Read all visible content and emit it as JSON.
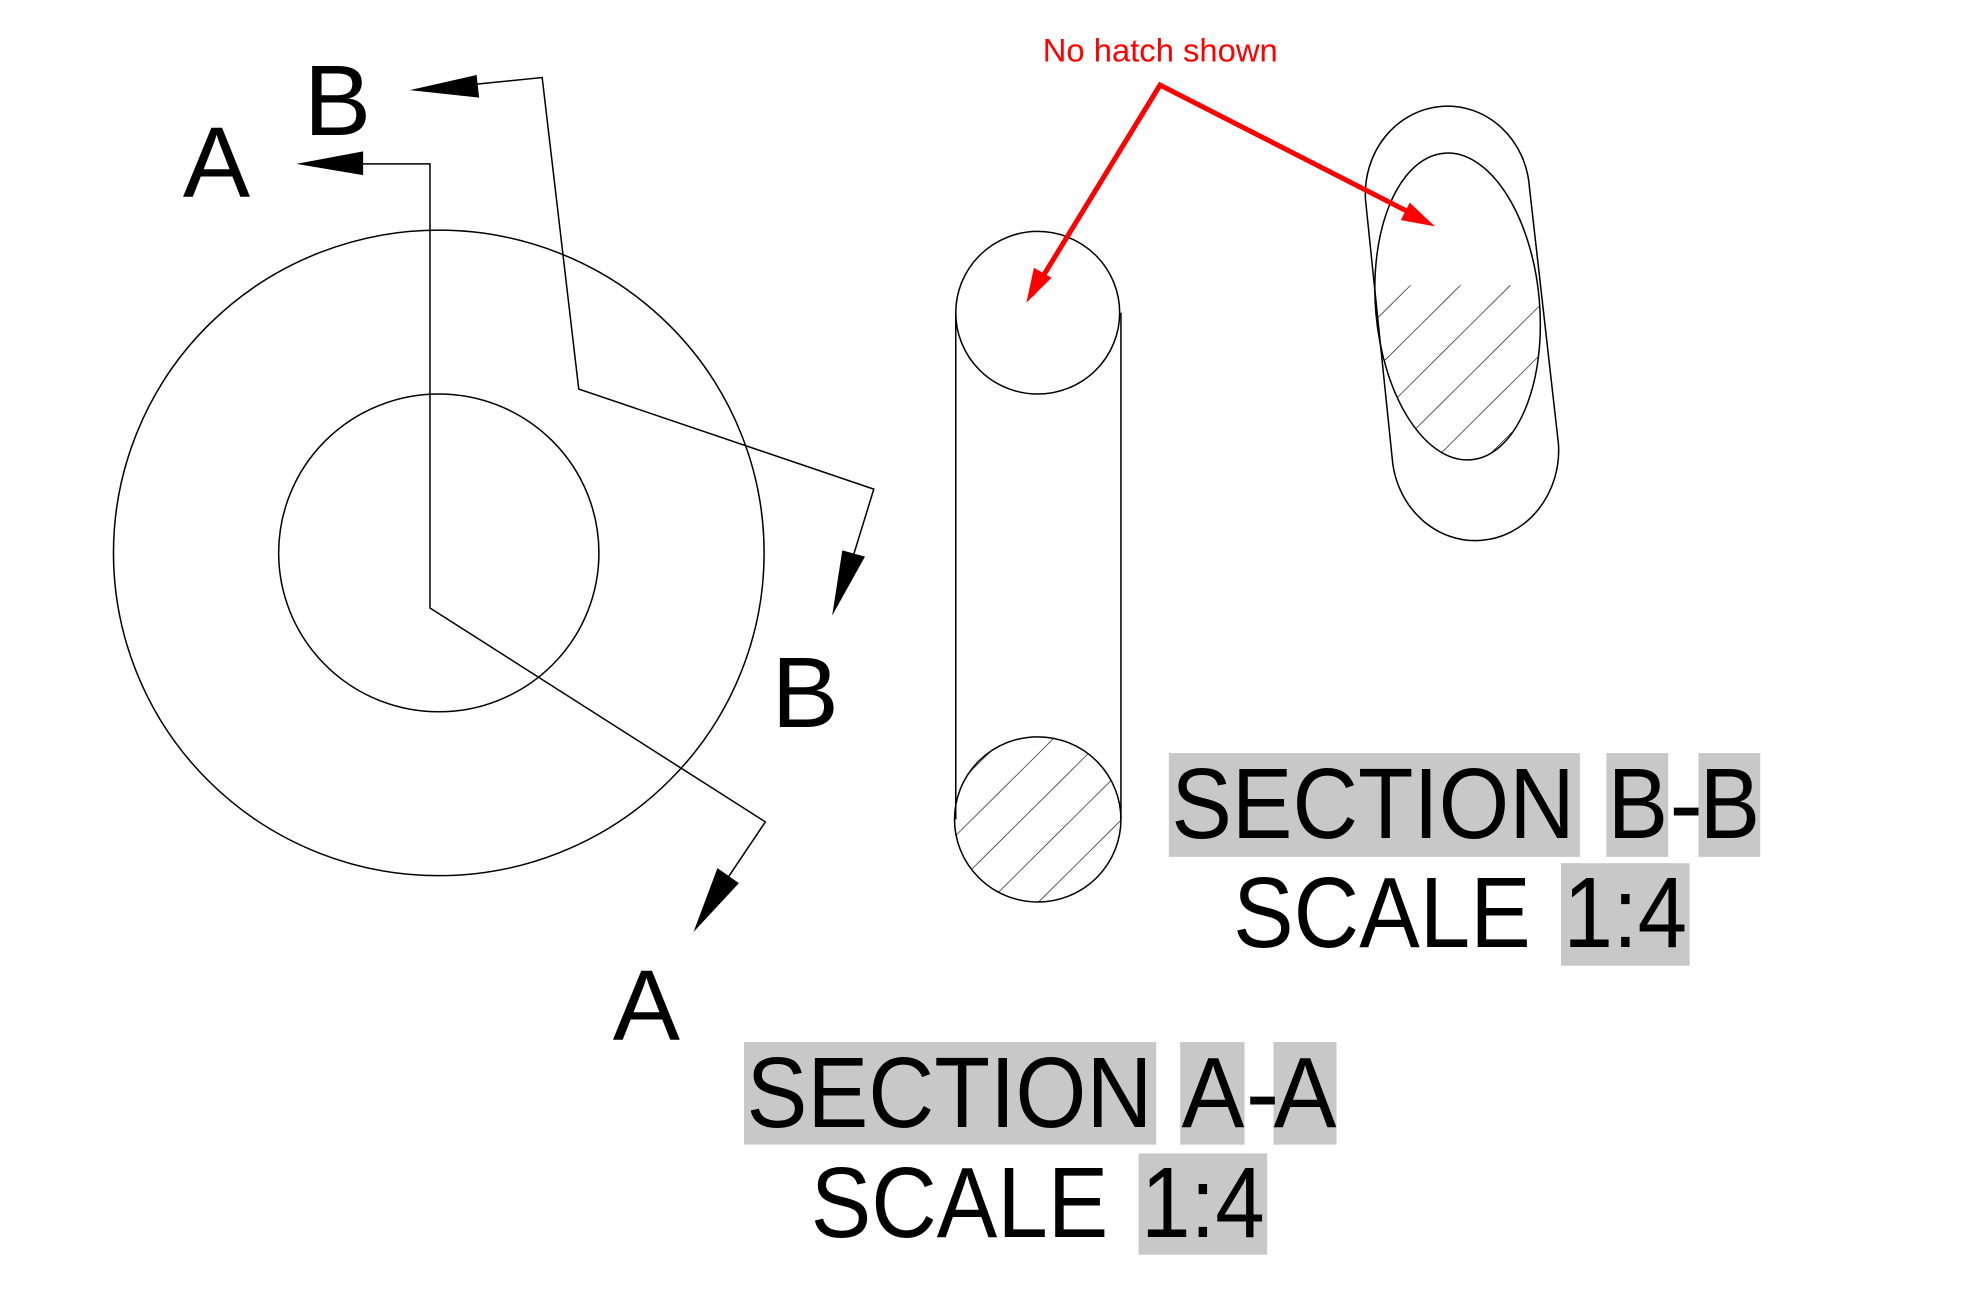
{
  "drawing": {
    "cut_labels": {
      "a_start": "A",
      "a_end": "A",
      "b_start": "B",
      "b_end": "B"
    },
    "annotation": {
      "text": "No hatch shown",
      "color": "#ff0000"
    },
    "section_aa": {
      "section_word": "SECTION",
      "letter1": "A",
      "dash": "-",
      "letter2": "A",
      "scale_word": "SCALE",
      "scale_value": "1:4"
    },
    "section_bb": {
      "section_word": "SECTION",
      "letter1": "B",
      "dash": "-",
      "letter2": "B",
      "scale_word": "SCALE",
      "scale_value": "1:4"
    },
    "highlight_color": "#c8c8c8"
  }
}
